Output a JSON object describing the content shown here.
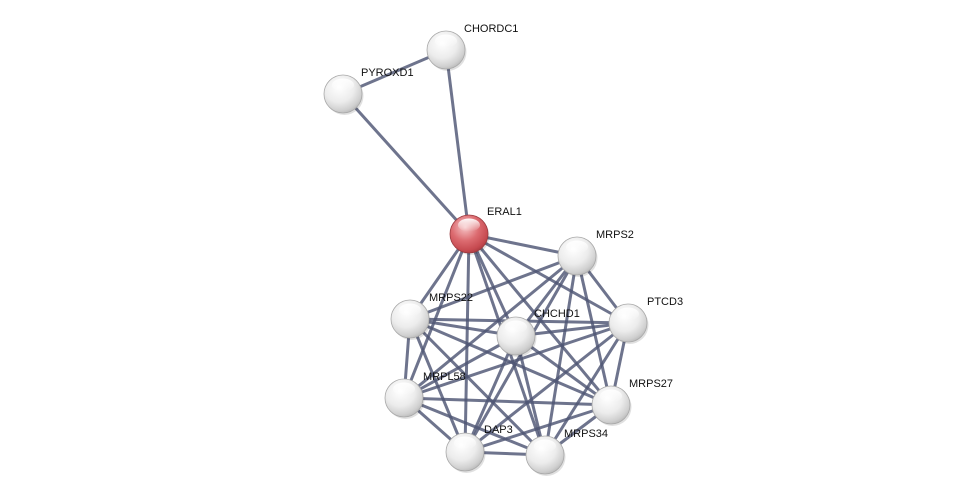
{
  "network": {
    "colors": {
      "query_node": "#d8585e",
      "neighbor_node": "#ededed",
      "edge": "#4e5674",
      "label": "#111111",
      "background": "#ffffff"
    },
    "nodes": [
      {
        "id": "CHORDC1",
        "label": "CHORDC1",
        "query": false
      },
      {
        "id": "PYROXD1",
        "label": "PYROXD1",
        "query": false
      },
      {
        "id": "ERAL1",
        "label": "ERAL1",
        "query": true
      },
      {
        "id": "MRPS2",
        "label": "MRPS2",
        "query": false
      },
      {
        "id": "MRPS22",
        "label": "MRPS22",
        "query": false
      },
      {
        "id": "CHCHD1",
        "label": "CHCHD1",
        "query": false
      },
      {
        "id": "PTCD3",
        "label": "PTCD3",
        "query": false
      },
      {
        "id": "MRPL58",
        "label": "MRPL58",
        "query": false
      },
      {
        "id": "MRPS27",
        "label": "MRPS27",
        "query": false
      },
      {
        "id": "DAP3",
        "label": "DAP3",
        "query": false
      },
      {
        "id": "MRPS34",
        "label": "MRPS34",
        "query": false
      }
    ],
    "edges": [
      [
        "CHORDC1",
        "PYROXD1"
      ],
      [
        "CHORDC1",
        "ERAL1"
      ],
      [
        "PYROXD1",
        "ERAL1"
      ],
      [
        "ERAL1",
        "MRPS2"
      ],
      [
        "ERAL1",
        "MRPS22"
      ],
      [
        "ERAL1",
        "CHCHD1"
      ],
      [
        "ERAL1",
        "PTCD3"
      ],
      [
        "ERAL1",
        "MRPL58"
      ],
      [
        "ERAL1",
        "MRPS27"
      ],
      [
        "ERAL1",
        "DAP3"
      ],
      [
        "ERAL1",
        "MRPS34"
      ],
      [
        "MRPS2",
        "MRPS22"
      ],
      [
        "MRPS2",
        "CHCHD1"
      ],
      [
        "MRPS2",
        "PTCD3"
      ],
      [
        "MRPS2",
        "MRPL58"
      ],
      [
        "MRPS2",
        "MRPS27"
      ],
      [
        "MRPS2",
        "DAP3"
      ],
      [
        "MRPS2",
        "MRPS34"
      ],
      [
        "MRPS22",
        "CHCHD1"
      ],
      [
        "MRPS22",
        "PTCD3"
      ],
      [
        "MRPS22",
        "MRPL58"
      ],
      [
        "MRPS22",
        "MRPS27"
      ],
      [
        "MRPS22",
        "DAP3"
      ],
      [
        "MRPS22",
        "MRPS34"
      ],
      [
        "CHCHD1",
        "PTCD3"
      ],
      [
        "CHCHD1",
        "MRPL58"
      ],
      [
        "CHCHD1",
        "MRPS27"
      ],
      [
        "CHCHD1",
        "DAP3"
      ],
      [
        "CHCHD1",
        "MRPS34"
      ],
      [
        "PTCD3",
        "MRPL58"
      ],
      [
        "PTCD3",
        "MRPS27"
      ],
      [
        "PTCD3",
        "DAP3"
      ],
      [
        "PTCD3",
        "MRPS34"
      ],
      [
        "MRPL58",
        "MRPS27"
      ],
      [
        "MRPL58",
        "DAP3"
      ],
      [
        "MRPL58",
        "MRPS34"
      ],
      [
        "MRPS27",
        "DAP3"
      ],
      [
        "MRPS27",
        "MRPS34"
      ],
      [
        "DAP3",
        "MRPS34"
      ]
    ]
  }
}
